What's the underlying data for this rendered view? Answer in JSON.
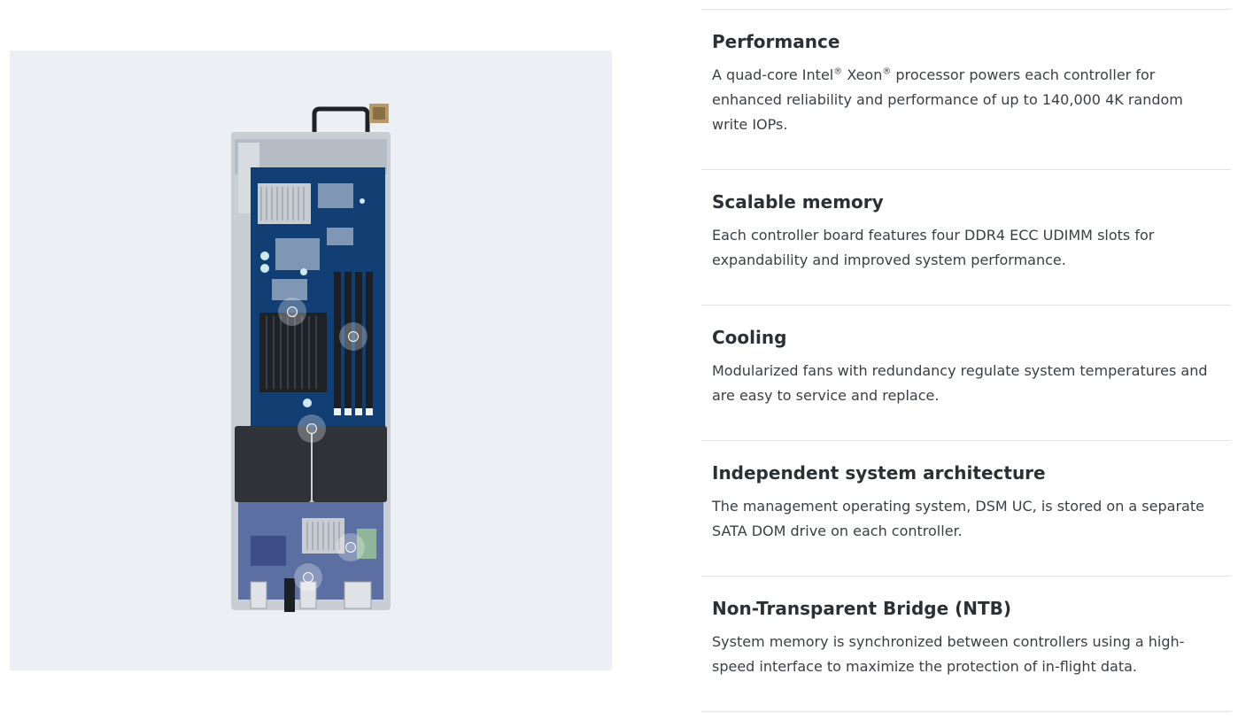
{
  "image_panel": {
    "alt_name": "controller-board-image",
    "hotspot_count": 5
  },
  "features": [
    {
      "title": "Performance",
      "desc_parts": [
        "A quad-core Intel",
        "®",
        " Xeon",
        "®",
        " processor powers each controller for enhanced reliability and performance of up to 140,000 4K random write IOPs."
      ]
    },
    {
      "title": "Scalable memory",
      "desc": "Each controller board features four DDR4 ECC UDIMM slots for expandability and improved system performance."
    },
    {
      "title": "Cooling",
      "desc": "Modularized fans with redundancy regulate system temperatures and are easy to service and replace."
    },
    {
      "title": "Independent system architecture",
      "desc": "The management operating system, DSM UC, is stored on a separate SATA DOM drive on each controller."
    },
    {
      "title": "Non-Transparent Bridge (NTB)",
      "desc": "System memory is synchronized between controllers using a high-speed interface to maximize the protection of in-flight data."
    }
  ]
}
